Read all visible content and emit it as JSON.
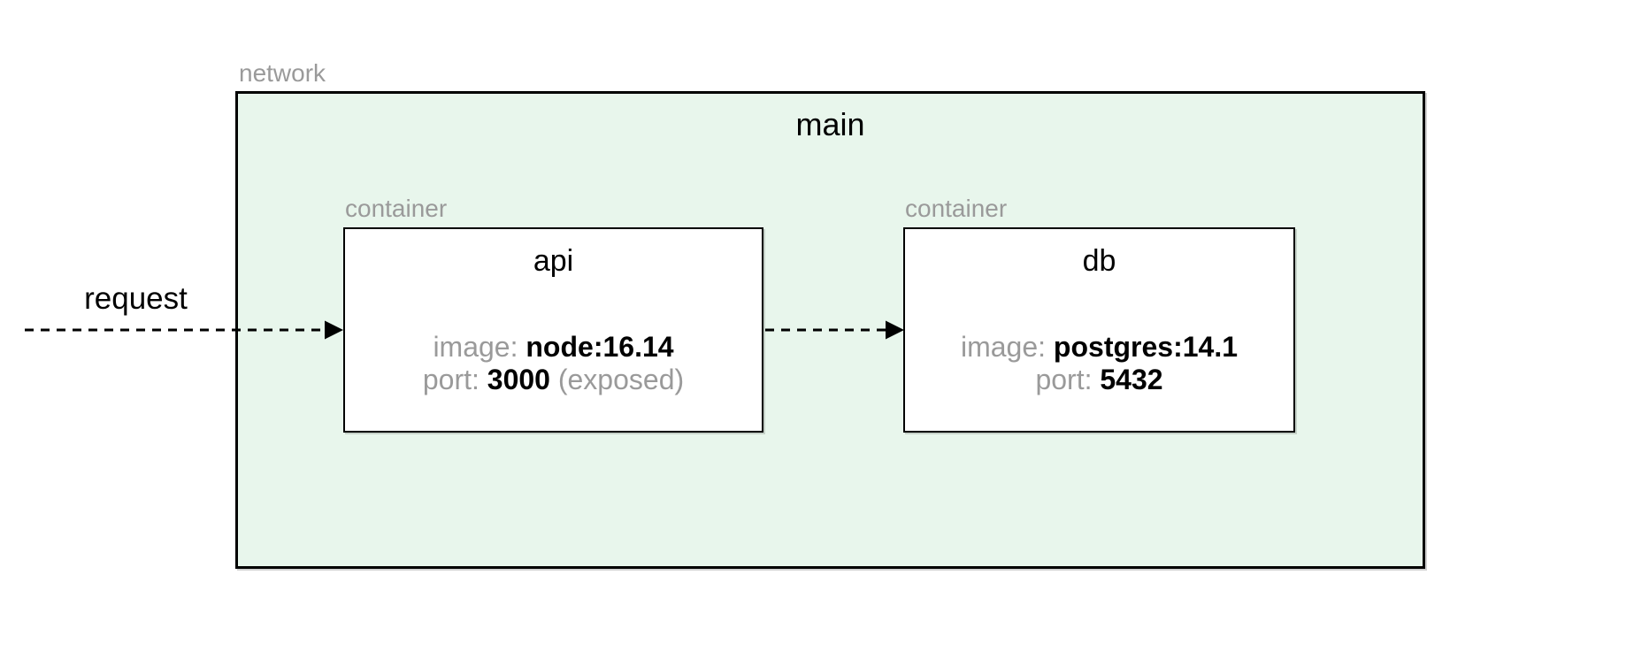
{
  "network": {
    "type_label": "network",
    "title": "main",
    "containers": [
      {
        "type_label": "container",
        "title": "api",
        "attributes": [
          {
            "key": "image:",
            "value": " node:16.14",
            "suffix": ""
          },
          {
            "key": "port:",
            "value": " 3000",
            "suffix": " (exposed)"
          }
        ]
      },
      {
        "type_label": "container",
        "title": "db",
        "attributes": [
          {
            "key": "image:",
            "value": " postgres:14.1",
            "suffix": ""
          },
          {
            "key": "port:",
            "value": " 5432",
            "suffix": ""
          }
        ]
      }
    ]
  },
  "edges": [
    {
      "label": "request",
      "from": "external",
      "to": "api",
      "style": "dashed-arrow"
    },
    {
      "label": "",
      "from": "api",
      "to": "db",
      "style": "dashed-arrow"
    }
  ],
  "colors": {
    "canvas": "#ffffff",
    "network_fill": "#e8f6ec",
    "container_fill": "#ffffff",
    "border": "#000000",
    "arrow": "#000000",
    "muted_label": "#9a9a9a",
    "text": "#000000"
  }
}
